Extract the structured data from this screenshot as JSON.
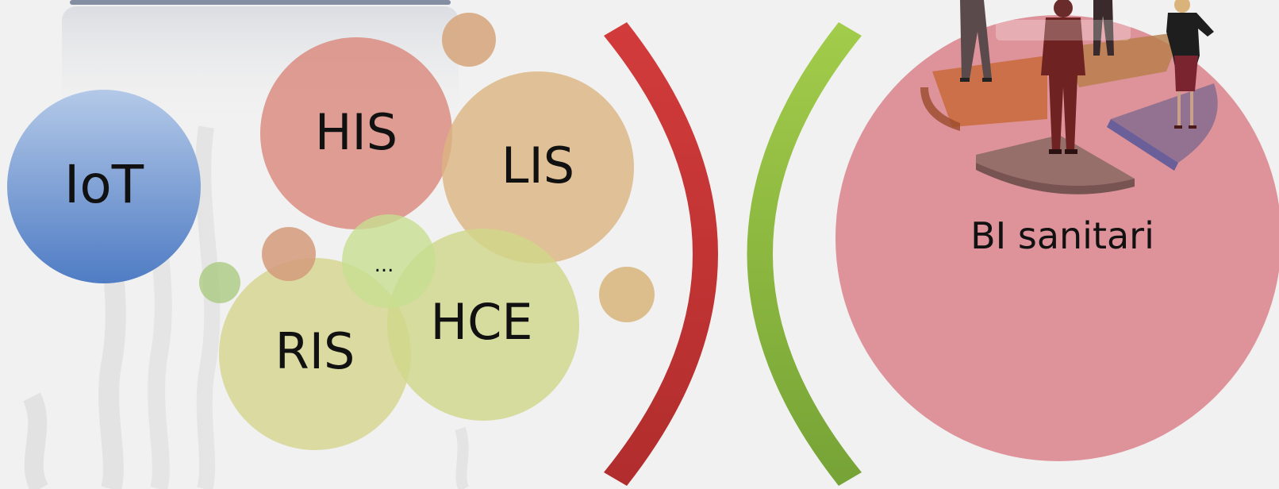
{
  "diagram": {
    "sources": [
      {
        "id": "iot",
        "label": "IoT",
        "color": "#4f7cc4"
      },
      {
        "id": "his",
        "label": "HIS",
        "color": "#d9897d"
      },
      {
        "id": "lis",
        "label": "LIS",
        "color": "#dcb481"
      },
      {
        "id": "ris",
        "label": "RIS",
        "color": "#d4d48a"
      },
      {
        "id": "hce",
        "label": "HCE",
        "color": "#cfd789"
      },
      {
        "id": "more",
        "label": "...",
        "color": "#c6df90"
      }
    ],
    "target": {
      "label": "BI sanitari",
      "color": "#dc8b92"
    },
    "brackets": {
      "left_color": "#cc3333",
      "right_color": "#8cbf3f"
    }
  }
}
